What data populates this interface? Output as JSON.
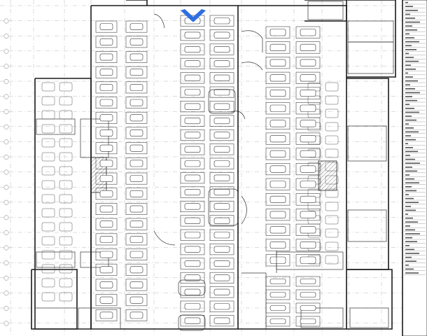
{
  "drawing": {
    "kind": "parking-garage-floor-plan",
    "stroke_color": "#1a1a1a",
    "paper_color": "#ffffff",
    "grid_color": "#b8b8b8",
    "cursor_marker_color": "#2f6fe0",
    "cursor_marker_icon": "chevron-down-icon"
  },
  "layout": {
    "parking_columns": [
      {
        "id": "col-a",
        "stalls": 20
      },
      {
        "id": "col-b",
        "stalls": 20
      },
      {
        "id": "col-c",
        "stalls": 22
      },
      {
        "id": "col-d",
        "stalls": 22
      },
      {
        "id": "col-e",
        "stalls": 16
      },
      {
        "id": "col-f",
        "stalls": 16
      },
      {
        "id": "col-g",
        "stalls": 14
      },
      {
        "id": "col-h",
        "stalls": 14
      }
    ],
    "legend_rows": 70
  }
}
